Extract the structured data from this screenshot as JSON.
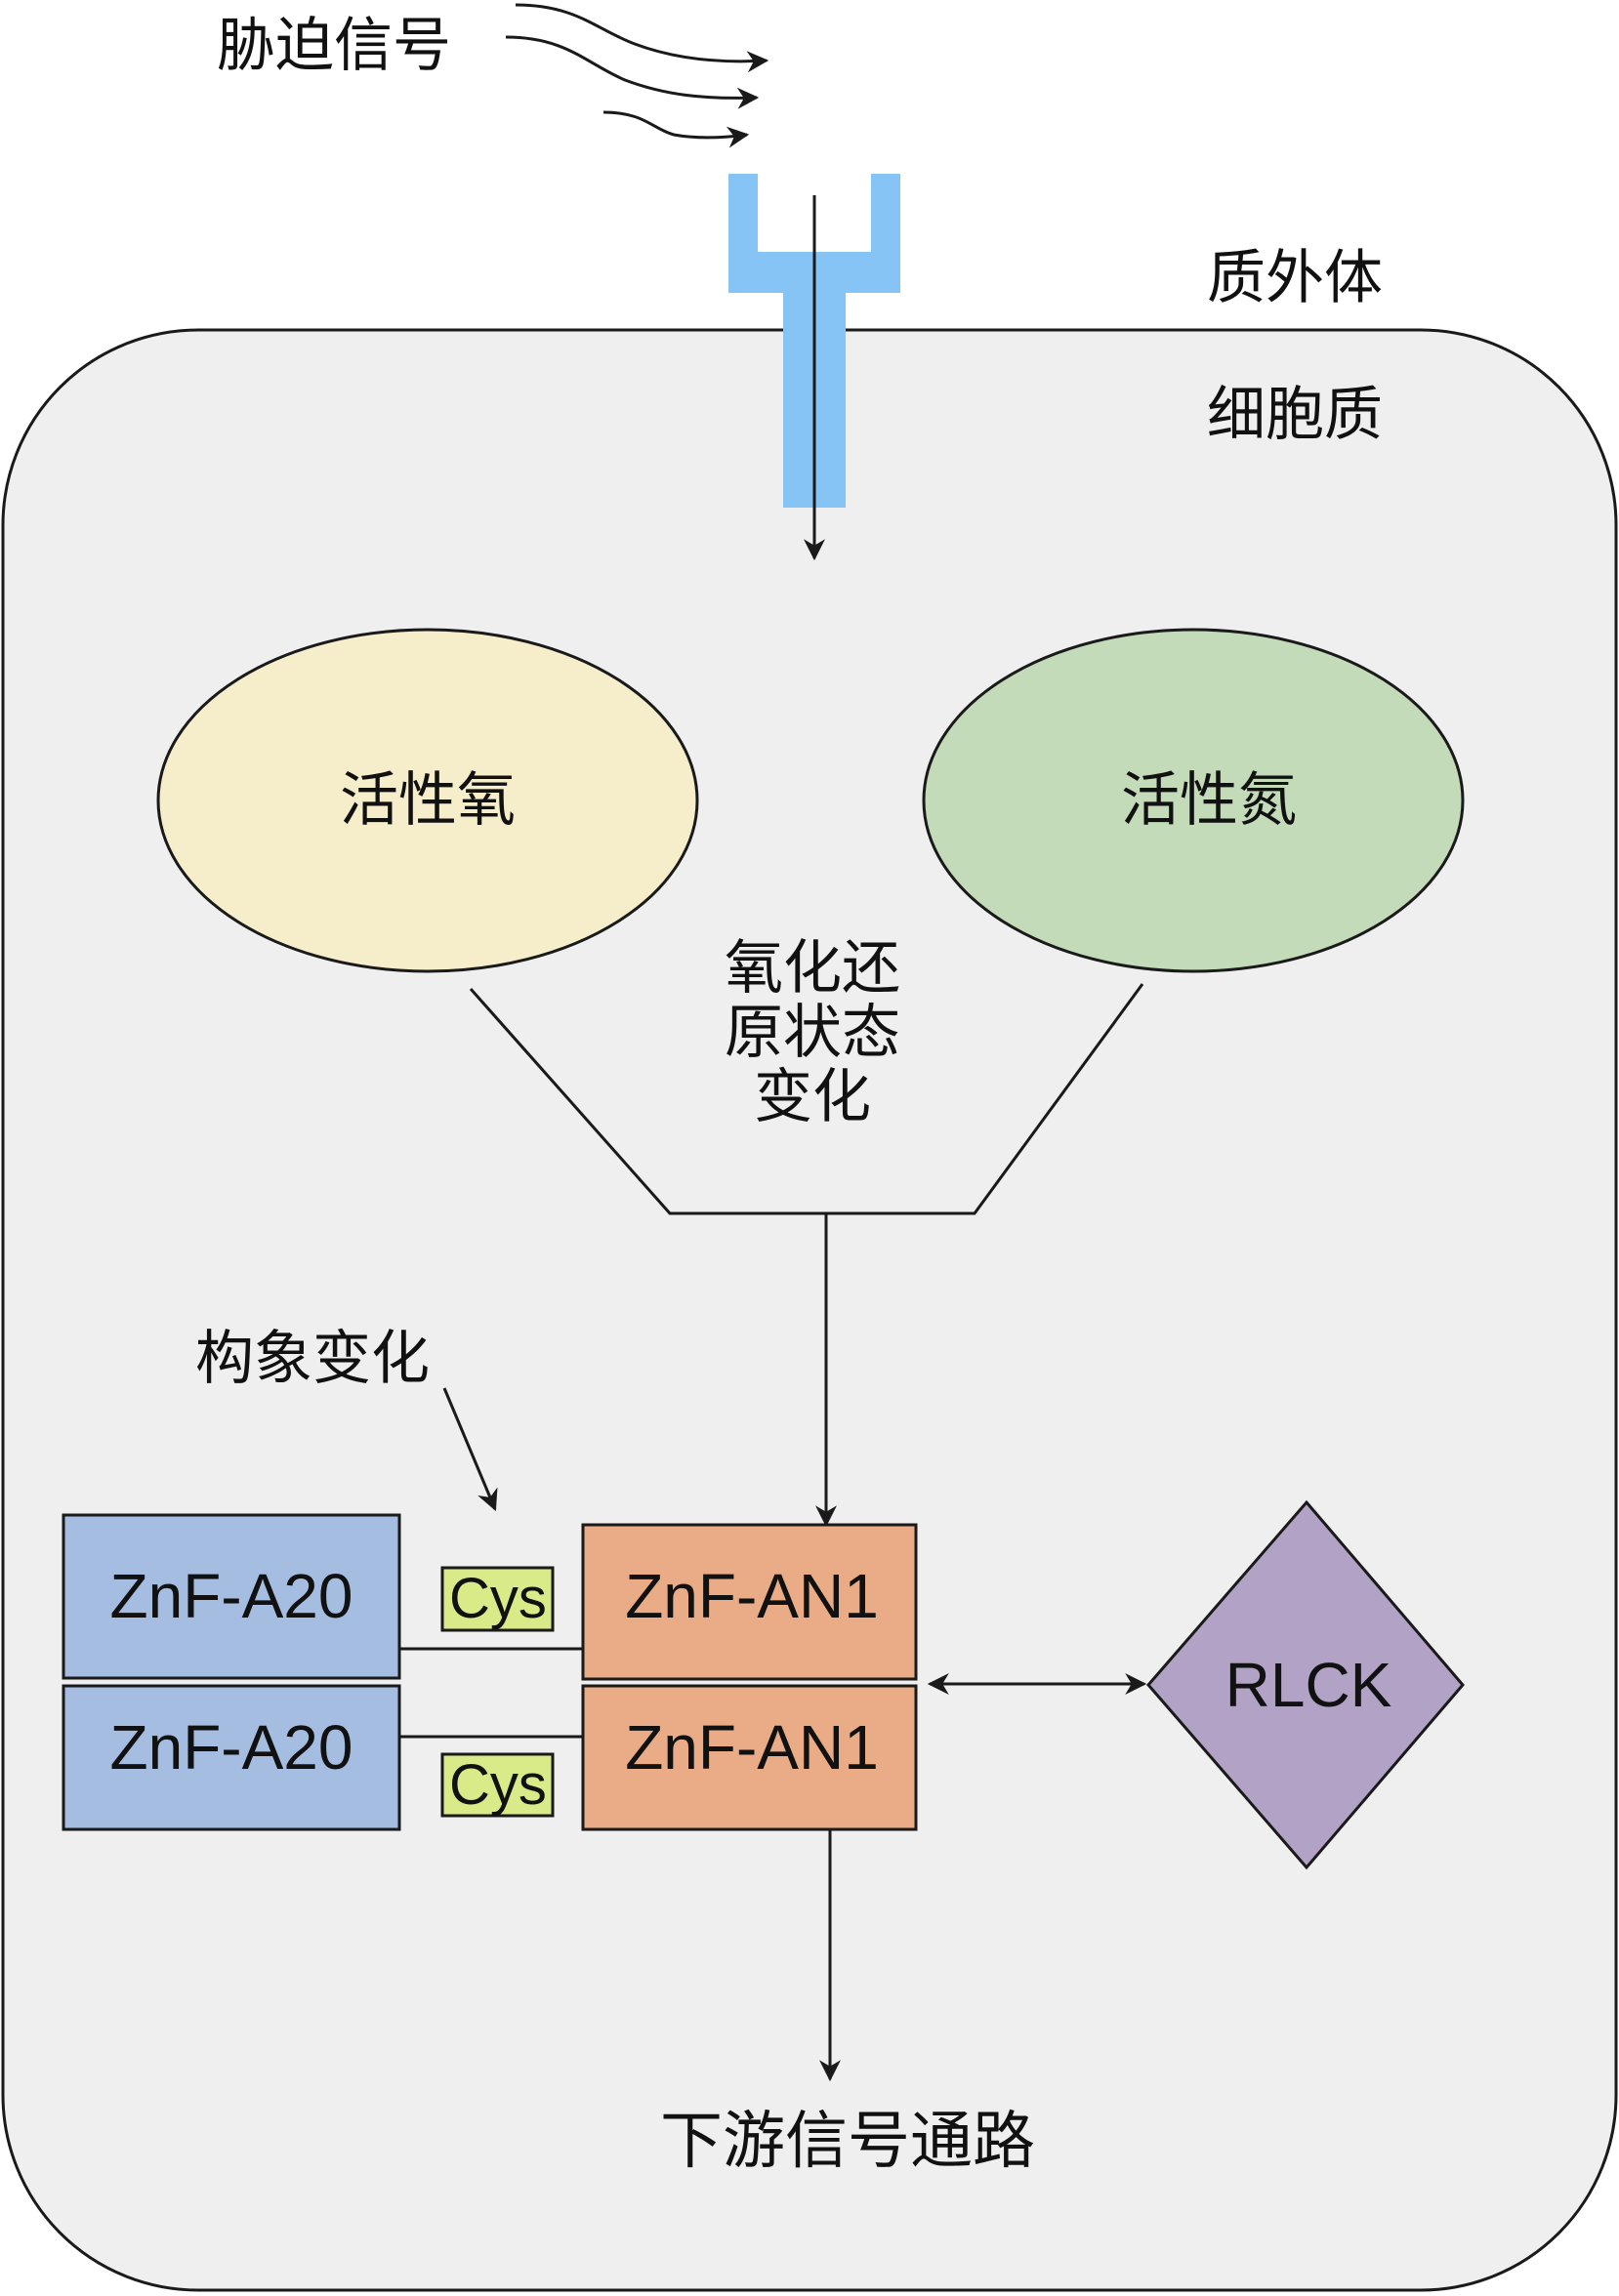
{
  "labels": {
    "stress_signal": "胁迫信号",
    "extracellular": "质外体",
    "cytoplasm": "细胞质",
    "ros": "活性氧",
    "rns": "活性氮",
    "redox_line1": "氧化还",
    "redox_line2": "原状态",
    "redox_line3": "变化",
    "conformation": "构象变化",
    "a20_top": "ZnF-A20",
    "a20_bottom": "ZnF-A20",
    "cys_top": "Cys",
    "cys_bottom": "Cys",
    "an1_top": "ZnF-AN1",
    "an1_bottom": "ZnF-AN1",
    "rlck": "RLCK",
    "downstream": "下游信号通路"
  },
  "colors": {
    "cell_fill": "#efefef",
    "receptor": "#85c4f5",
    "ros_fill": "#f6edcb",
    "rns_fill": "#c3dbb9",
    "a20_fill": "#a4bde0",
    "an1_fill": "#e9ac87",
    "cys_fill": "#d9ea88",
    "rlck_fill": "#b1a2c6",
    "stroke": "#1a1a1a"
  }
}
